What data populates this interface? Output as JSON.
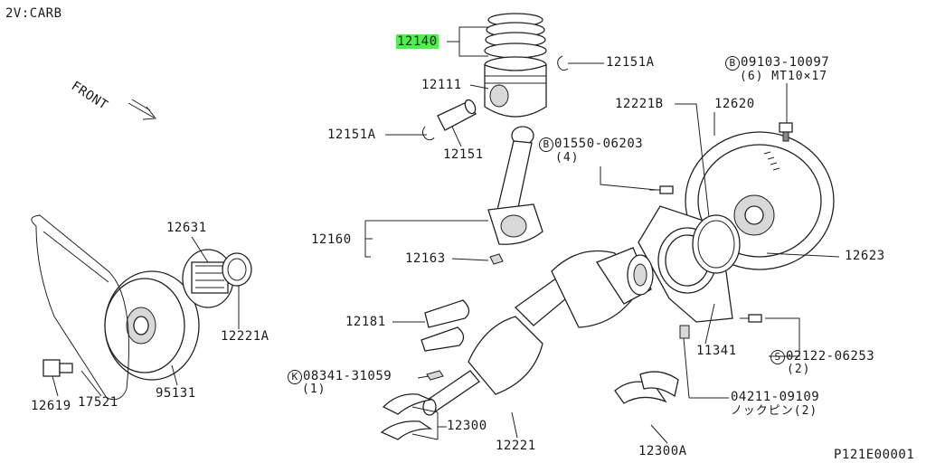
{
  "header": {
    "model": "2V:CARB",
    "figure_code": "P121E00001"
  },
  "front_arrow": {
    "label": "FRONT"
  },
  "parts": {
    "p12140": "12140",
    "p12151A_top": "12151A",
    "p12111": "12111",
    "p12151A_left": "12151A",
    "p12151": "12151",
    "p12221B": "12221B",
    "p12620": "12620",
    "bolt_09103": {
      "prefix": "B",
      "number": "09103-10097",
      "note": "(6) MT10×17"
    },
    "bolt_01550": {
      "prefix": "B",
      "number": "01550-06203",
      "qty": "(4)"
    },
    "p12631": "12631",
    "p12160": "12160",
    "p12163": "12163",
    "p12623": "12623",
    "p12181": "12181",
    "p12221A": "12221A",
    "p11341": "11341",
    "bolt_02122": {
      "prefix": "S",
      "number": "02122-06253",
      "qty": "(2)"
    },
    "key_08341": {
      "prefix": "K",
      "number": "08341-31059",
      "qty": "(1)"
    },
    "p95131": "95131",
    "p04211": {
      "number": "04211-09109",
      "note": "ノックピン(2)"
    },
    "p12619": "12619",
    "p17521": "17521",
    "p12300": "12300",
    "p12221": "12221",
    "p12300A": "12300A"
  }
}
